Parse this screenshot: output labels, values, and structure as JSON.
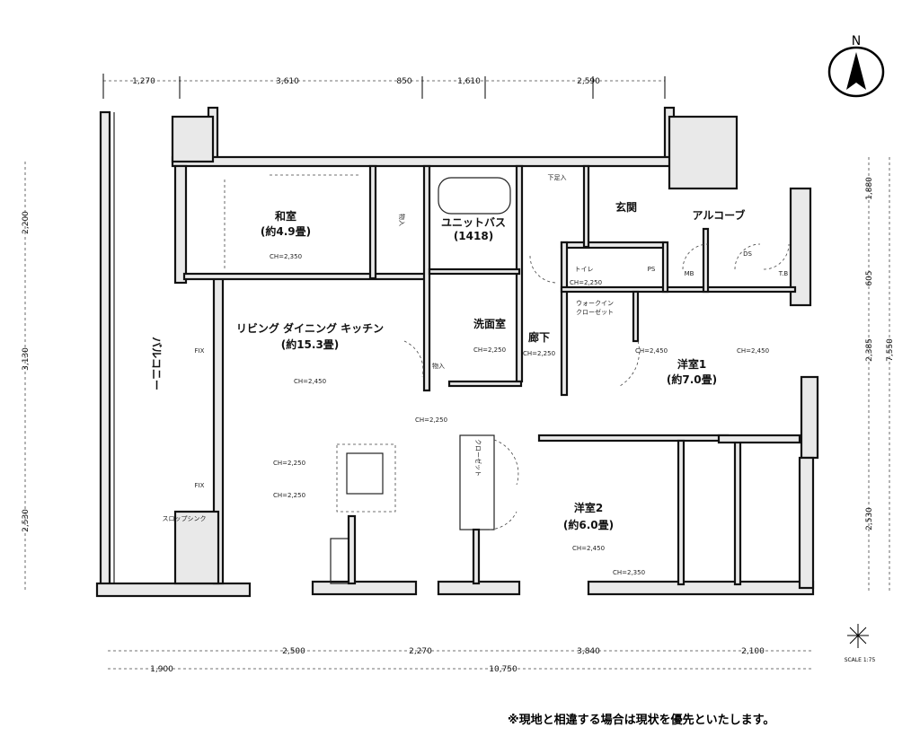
{
  "plan": {
    "rooms": {
      "washitsu": "和室",
      "washitsu_size": "(約4.9畳)",
      "closet_washitsu": "物入",
      "unit_bath": "ユニットバス",
      "unit_bath_size": "(1418)",
      "washroom": "洗面室",
      "hallway": "廊下",
      "shoe_closet": "下足入",
      "entrance": "玄関",
      "alcove": "アルコーブ",
      "toilet": "トイレ",
      "wic": "ウォークイン",
      "wic2": "クローゼット",
      "yoshitsu1": "洋室1",
      "yoshitsu1_size": "(約7.0畳)",
      "yoshitsu2": "洋室2",
      "yoshitsu2_size": "(約6.0畳)",
      "ldk": "リビング ダイニング キッチン",
      "ldk_size": "(約15.3畳)",
      "balcony": "バルコニー",
      "closet_y2": "クローゼット",
      "storage": "物入",
      "mb": "MB",
      "ds": "DS",
      "tb": "T.B",
      "ps": "PS",
      "fix1": "FIX",
      "fix2": "FIX",
      "slop_sink": "スロップシンク"
    },
    "ceiling": {
      "washitsu": "CH=2,350",
      "ldk1": "CH=2,450",
      "ldk2": "CH=2,250",
      "ldk3": "CH=2,250",
      "ldk4": "CH=2,250",
      "hallway": "CH=2,250",
      "toilet": "CH=2,250",
      "y1a": "CH=2,450",
      "y1b": "CH=2,450",
      "y2": "CH=2,450",
      "y2b": "CH=2,350",
      "washroom": "CH=2,250"
    },
    "dimensions": {
      "top": [
        "1,270",
        "3,610",
        "850",
        "1,610",
        "2,590"
      ],
      "left": [
        "2,200",
        "3,130",
        "2,530"
      ],
      "right": [
        "1,880",
        "605",
        "2,385",
        "2,530"
      ],
      "right_total": "7,550",
      "bottom": [
        "2,500",
        "2,270",
        "3,840",
        "2,100"
      ],
      "bottom2": [
        "1,900",
        "10,750"
      ]
    },
    "compass_label": "N",
    "scale_label": "SCALE 1:75",
    "disclaimer": "※現地と相違する場合は現状を優先といたします。"
  }
}
